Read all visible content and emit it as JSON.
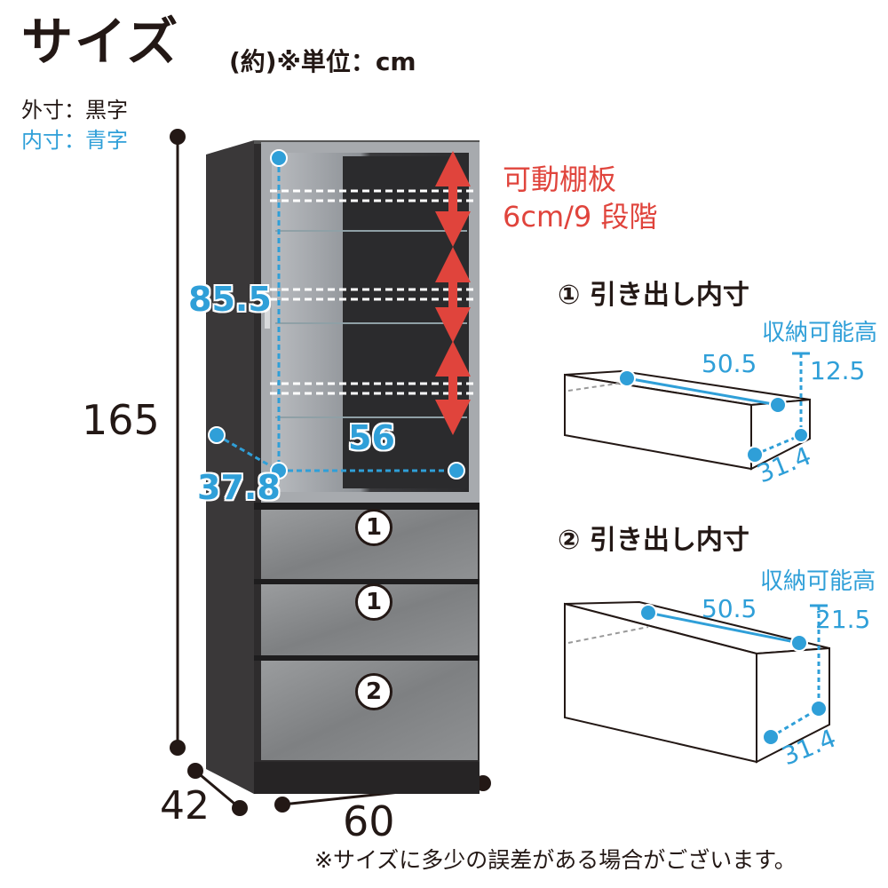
{
  "header": {
    "title": "サイズ",
    "unit": "(約)※単位：cm"
  },
  "legend": {
    "outer": "外寸：黒字",
    "inner": "内寸：青字"
  },
  "outer_dims": {
    "height": "165",
    "depth": "42",
    "width": "60"
  },
  "inner_dims": {
    "height": "85.5",
    "width": "56",
    "depth": "37.8"
  },
  "shelf": {
    "label_line1": "可動棚板",
    "label_line2": "6cm/9 段階"
  },
  "cabinet": {
    "drawer_badges": [
      "1",
      "1",
      "2"
    ]
  },
  "drawer1": {
    "title": "① 引き出し内寸",
    "capacity_label": "収納可能高",
    "width": "50.5",
    "capacity_height": "12.5",
    "depth": "31.4"
  },
  "drawer2": {
    "title": "② 引き出し内寸",
    "capacity_label": "収納可能高",
    "width": "50.5",
    "capacity_height": "21.5",
    "depth": "31.4"
  },
  "note": "※サイズに多少の誤差がある場合がございます。",
  "colors": {
    "text": "#231815",
    "inner_blue": "#2f9fd8",
    "shelf_red": "#e0443c",
    "cabinet_body": "#2e2c2d",
    "drawer_front": "#8a8c8e"
  }
}
